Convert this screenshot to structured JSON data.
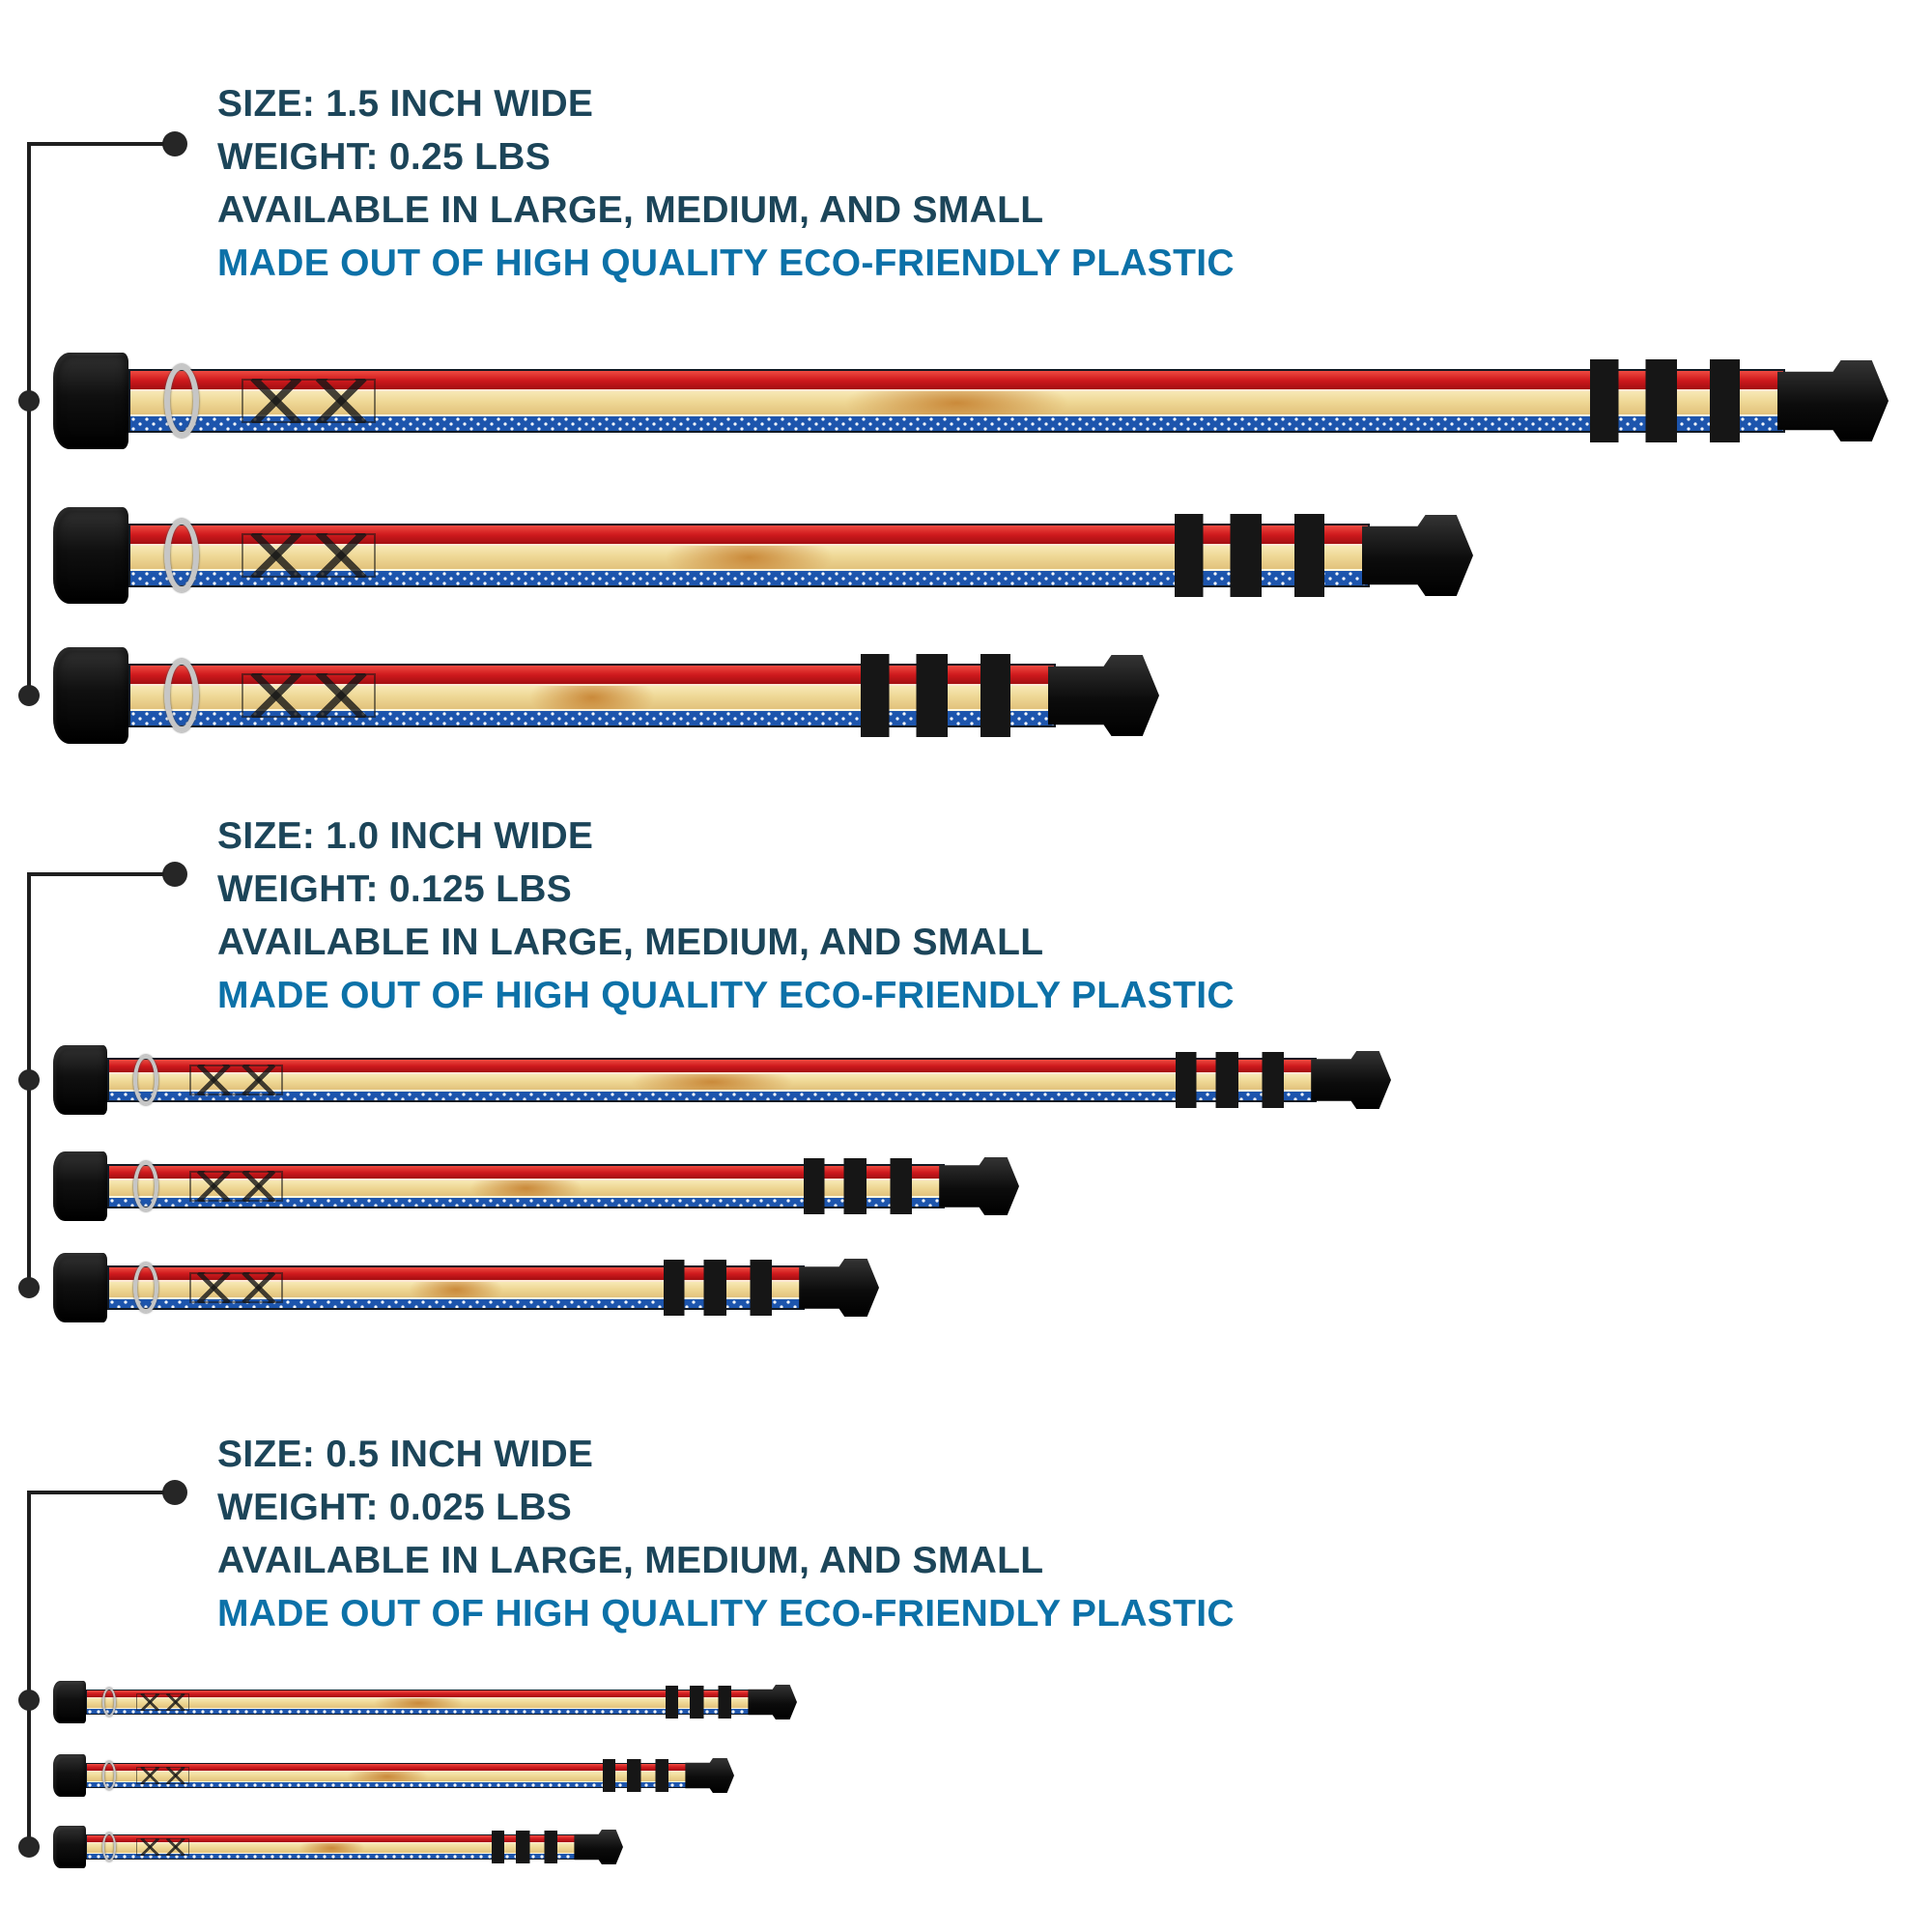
{
  "sections": [
    {
      "size": "SIZE: 1.5 INCH WIDE",
      "weight": "WEIGHT: 0.25 LBS",
      "availability": "AVAILABLE IN LARGE, MEDIUM, AND SMALL",
      "material": "MADE OUT OF HIGH QUALITY ECO-FRIENDLY PLASTIC"
    },
    {
      "size": "SIZE: 1.0 INCH WIDE",
      "weight": "WEIGHT: 0.125 LBS",
      "availability": "AVAILABLE IN LARGE, MEDIUM, AND SMALL",
      "material": "MADE OUT OF HIGH QUALITY ECO-FRIENDLY PLASTIC"
    },
    {
      "size": "SIZE: 0.5 INCH WIDE",
      "weight": "WEIGHT: 0.025 LBS",
      "availability": "AVAILABLE IN LARGE, MEDIUM, AND SMALL",
      "material": "MADE OUT OF HIGH QUALITY ECO-FRIENDLY PLASTIC"
    }
  ],
  "collar_variants": [
    "large",
    "medium",
    "small"
  ],
  "colors": {
    "heading_text": "#1c4559",
    "accent_text": "#0c71a8",
    "collar_red": "#cf1a1d",
    "collar_gold": "#efd896",
    "collar_blue": "#1d55ad",
    "star_white": "#ffffff",
    "hardware_black": "#141414",
    "ring_silver": "#c6c6c6",
    "connector_line": "#1f1f1f"
  }
}
